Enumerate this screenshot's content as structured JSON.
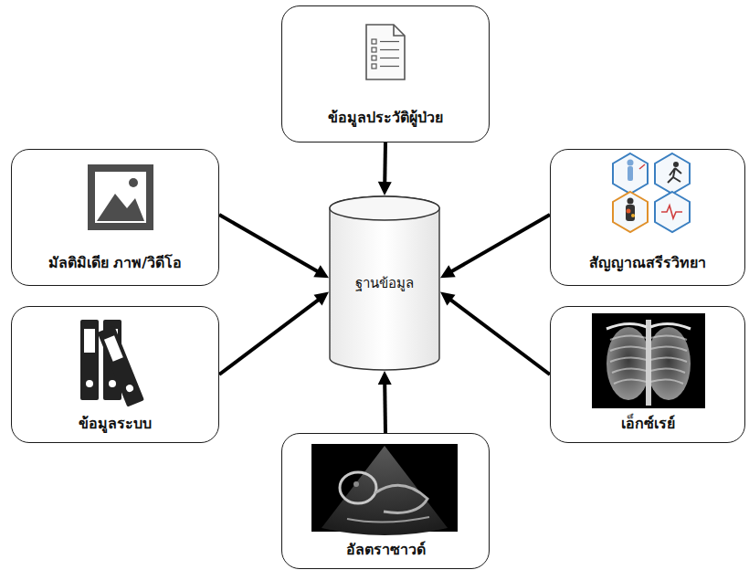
{
  "diagram": {
    "nodes": [
      {
        "text": [
          "ข้อมูลประวัติผู้ป่วย"
        ]
      },
      {
        "text": [
          "มัลติมิเดีย ภาพ/วิดีโอ"
        ]
      },
      {
        "text": [
          "สัญญาณสรีรวิทยา"
        ]
      },
      {
        "text": [
          "ฐานข้อมูล"
        ]
      },
      {
        "text": [
          "ข้อมูลระบบ"
        ]
      },
      {
        "text": [
          "เอ็กซ์เรย์"
        ]
      },
      {
        "text": [
          "อัลตราซาวด์"
        ]
      }
    ],
    "edges": [
      {
        "from": 0,
        "to": 3,
        "arrow": "to"
      },
      {
        "from": 1,
        "to": 3,
        "arrow": "to"
      },
      {
        "from": 2,
        "to": 3,
        "arrow": "to"
      },
      {
        "from": 4,
        "to": 3,
        "arrow": "to"
      },
      {
        "from": 5,
        "to": 3,
        "arrow": "to"
      },
      {
        "from": 6,
        "to": 3,
        "arrow": "to"
      }
    ]
  }
}
